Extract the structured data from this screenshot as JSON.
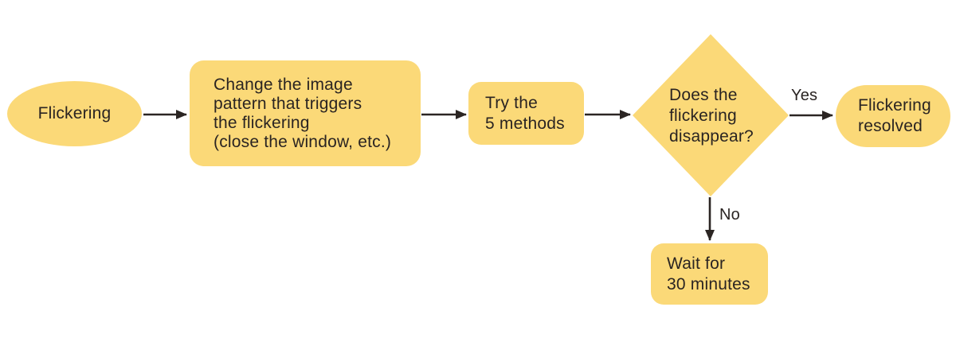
{
  "colors": {
    "shape_fill": "#FBD978",
    "text": "#2A2422",
    "arrow": "#2B2523",
    "background": "#FFFFFF"
  },
  "nodes": {
    "start": {
      "type": "ellipse",
      "label": "Flickering"
    },
    "change": {
      "type": "process",
      "lines": [
        "Change the image",
        "pattern that triggers",
        "the flickering",
        "(close the window, etc.)"
      ]
    },
    "try": {
      "type": "process",
      "lines": [
        "Try the",
        "5 methods"
      ]
    },
    "decision": {
      "type": "decision",
      "lines": [
        "Does the",
        "flickering",
        "disappear?"
      ]
    },
    "resolved": {
      "type": "terminator",
      "lines": [
        "Flickering",
        "resolved"
      ]
    },
    "wait": {
      "type": "process",
      "lines": [
        "Wait for",
        "30 minutes"
      ]
    }
  },
  "edges": {
    "start_to_change": {
      "label": ""
    },
    "change_to_try": {
      "label": ""
    },
    "try_to_decision": {
      "label": ""
    },
    "decision_to_resolved": {
      "label": "Yes"
    },
    "decision_to_wait": {
      "label": "No"
    }
  }
}
